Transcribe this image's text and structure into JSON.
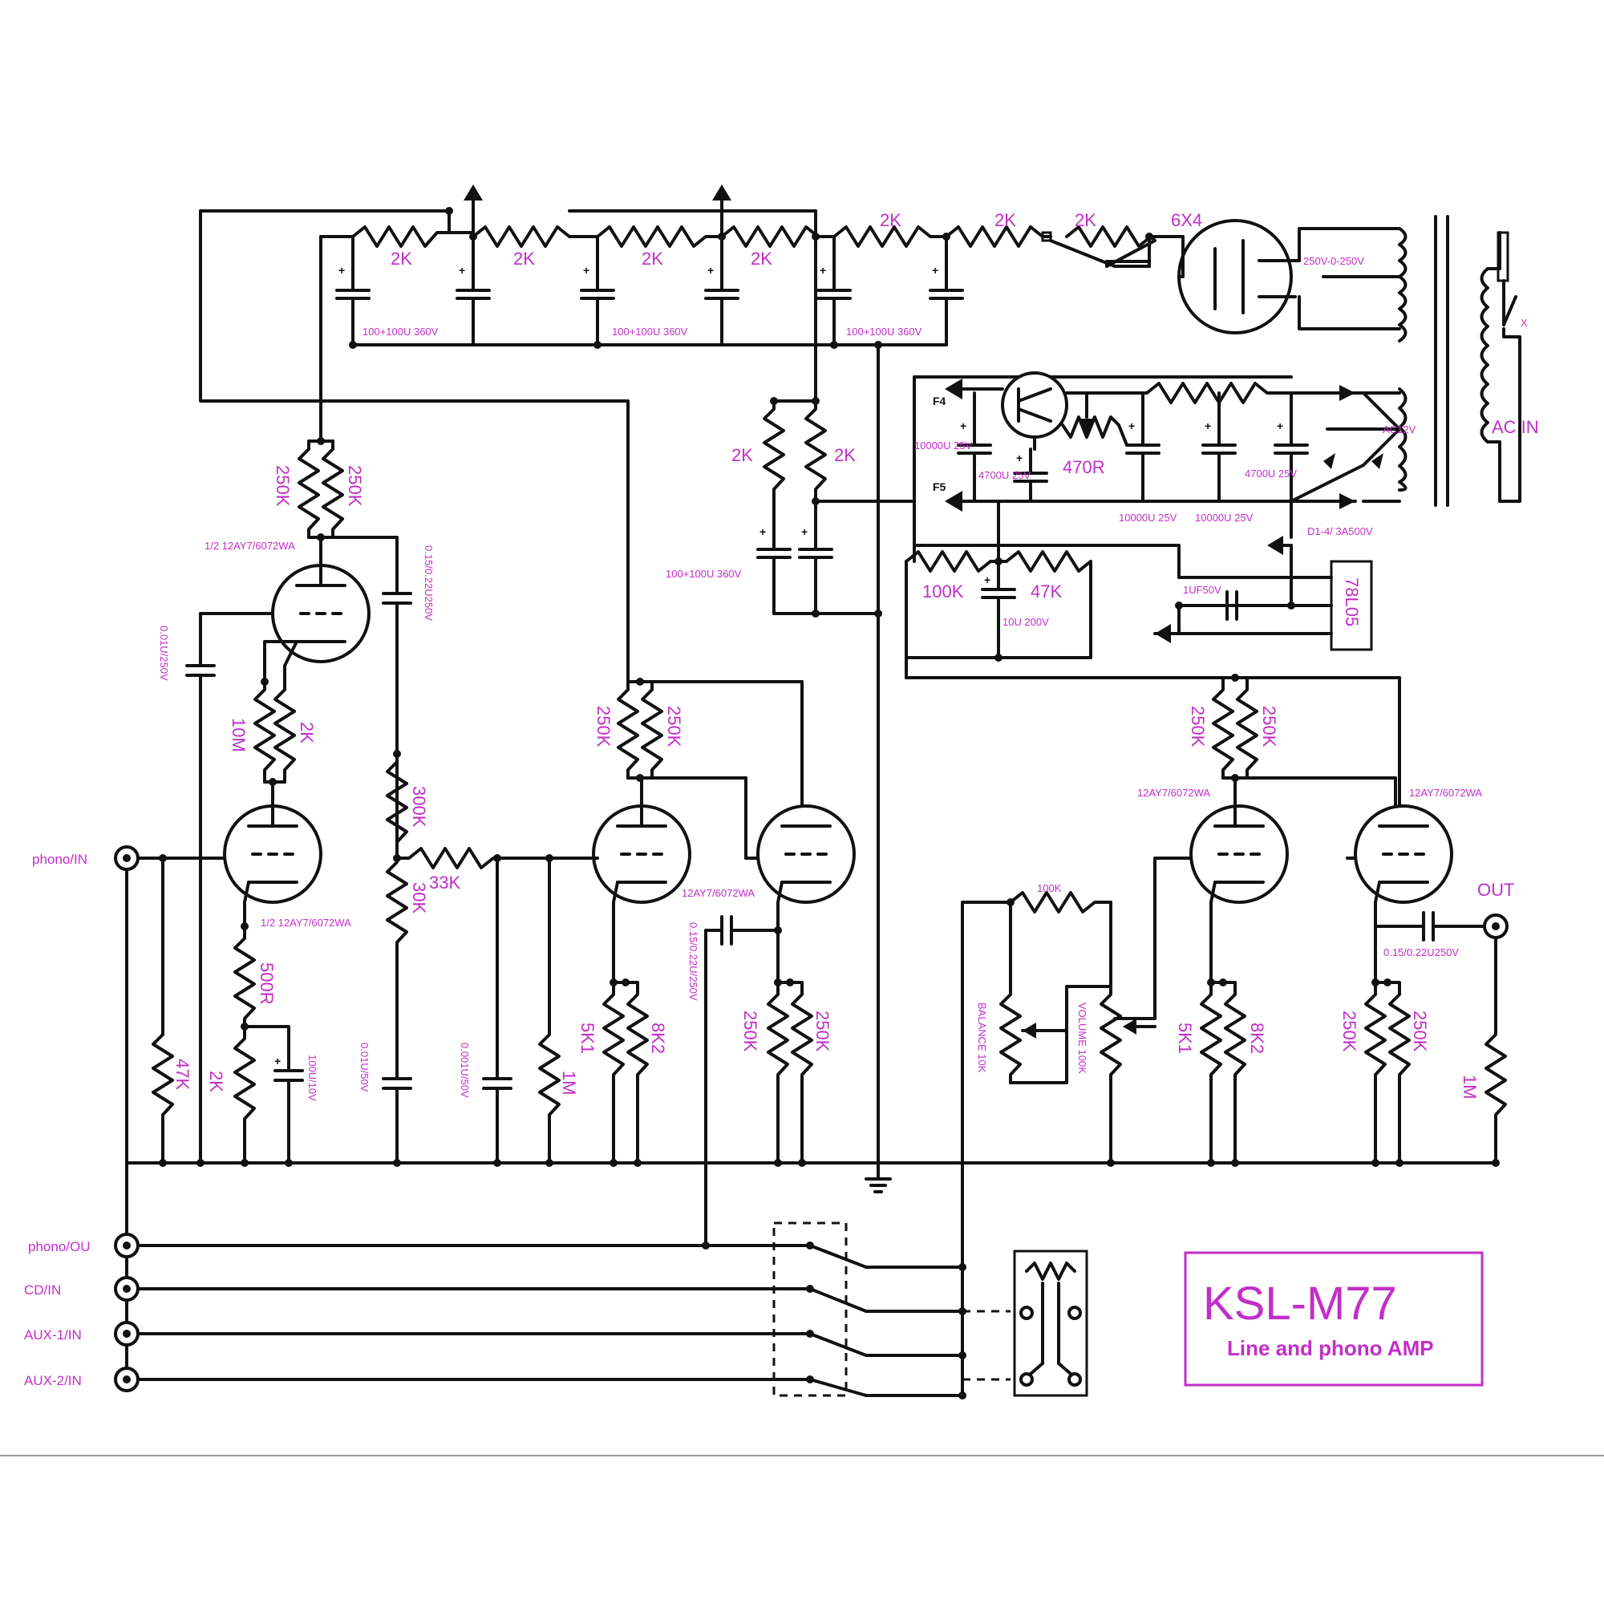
{
  "title": {
    "main": "KSL-M77",
    "sub": "Line and phono AMP"
  },
  "colors": {
    "label": "#c22ec8",
    "wire": "#111111",
    "background": "#ffffff"
  },
  "inputs": [
    "phono/IN",
    "phono/OU",
    "CD/IN",
    "AUX-1/IN",
    "AUX-2/IN"
  ],
  "output": "OUT",
  "power": {
    "rectifier": "6X4",
    "transformer_secondary": "250V-0-250V",
    "ac_label": "AC IN",
    "ac12": "AC12V",
    "rail_resistors": [
      "2K",
      "2K",
      "2K",
      "2K",
      "2K",
      "2K",
      "2K"
    ],
    "filter_caps": [
      "100+100U 360V",
      "100+100U 360V",
      "100+100U 360V"
    ],
    "regulator": "78L05",
    "reg_cap": "1UF50V",
    "fuse_f4": "F4",
    "fuse_f5": "F5",
    "cap_10000_a": "10000U 25V",
    "cap_4700_a": "4700U 25V",
    "pot_470": "470R",
    "cap_10000_b": "10000U 25V",
    "cap_10000_c": "10000U 25V",
    "cap_4700_b": "4700U 25V",
    "diodes": "D1-4/ 3A500V",
    "res_100k": "100K",
    "res_47k": "47K",
    "cap_10u": "10U 200V",
    "dropper_a": "2K",
    "dropper_b": "2K",
    "dropper_cap": "100+100U 360V"
  },
  "phono_stage": {
    "tube_top": "1/2 12AY7/6072WA",
    "tube_bot": "1/2 12AY7/6072WA",
    "r_plate_a": "250K",
    "r_plate_b": "250K",
    "c_fb": "0.01U/250V",
    "r_10m": "10M",
    "r_2k_a": "2K",
    "c_coupling": "0.15/0.22U250V",
    "r_300k": "300K",
    "r_30k": "30K",
    "r_33k": "33K",
    "r_in": "47K",
    "r_500": "500R",
    "r_2k_b": "2K",
    "c_cath": "100U/10V",
    "c_eq1": "0.01U/50V",
    "c_eq2": "0.001U/50V",
    "r_1m": "1M"
  },
  "line_stage_a": {
    "tube": "12AY7/6072WA",
    "r_plate_a": "250K",
    "r_plate_b": "250K",
    "c_out": "0.15/0.22U/250V",
    "r_5k1": "5K1",
    "r_8k2": "8K2",
    "r_250k_a": "250K",
    "r_250k_b": "250K"
  },
  "line_stage_b": {
    "tube_a": "12AY7/6072WA",
    "tube_b": "12AY7/6072WA",
    "r_plate_a": "250K",
    "r_plate_b": "250K",
    "r_100k": "100K",
    "balance": "BALANCE 10K",
    "volume": "VOLUME 100K",
    "r_5k1": "5K1",
    "r_8k2": "8K2",
    "r_250k_a": "250K",
    "r_250k_b": "250K",
    "c_out": "0.15/0.22U250V",
    "r_1m": "1M"
  }
}
